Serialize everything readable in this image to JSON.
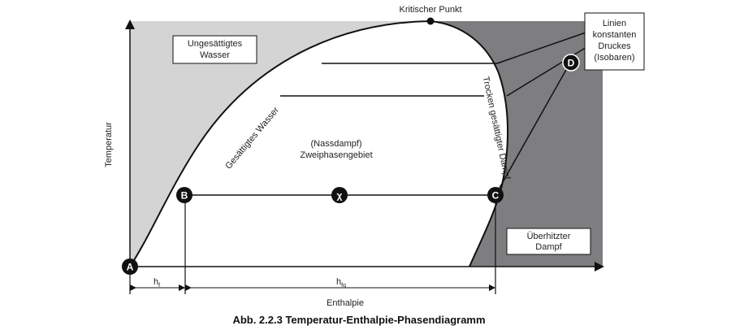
{
  "diagram": {
    "critical_point_label": "Kritischer Punkt",
    "subcooled_label_line1": "Ungesättigtes",
    "subcooled_label_line2": "Wasser",
    "isobars_label_line1": "Linien",
    "isobars_label_line2": "konstanten",
    "isobars_label_line3": "Druckes",
    "isobars_label_line4": "(Isobaren)",
    "saturated_water_label": "Gesättigtes Wasser",
    "dry_saturated_steam_label": "Trocken gesättigter Dampf",
    "wet_steam_label_line1": "(Nassdampf)",
    "wet_steam_label_line2": "Zweiphasengebiet",
    "superheated_label_line1": "Überhitzter",
    "superheated_label_line2": "Dampf",
    "y_axis_label": "Temperatur",
    "x_axis_label": "Enthalpie",
    "hf_main": "h",
    "hf_sub": "f",
    "hfg_main": "h",
    "hfg_sub": "fg",
    "points": [
      "A",
      "B",
      "χ",
      "C",
      "D"
    ],
    "caption": "Abb. 2.2.3 Temperatur-Enthalpie-Phasendiagramm",
    "colors": {
      "subcooled_region": "#d4d4d4",
      "superheated_region": "#7e7e80",
      "lines": "#111111",
      "point_fill": "#111111"
    }
  }
}
